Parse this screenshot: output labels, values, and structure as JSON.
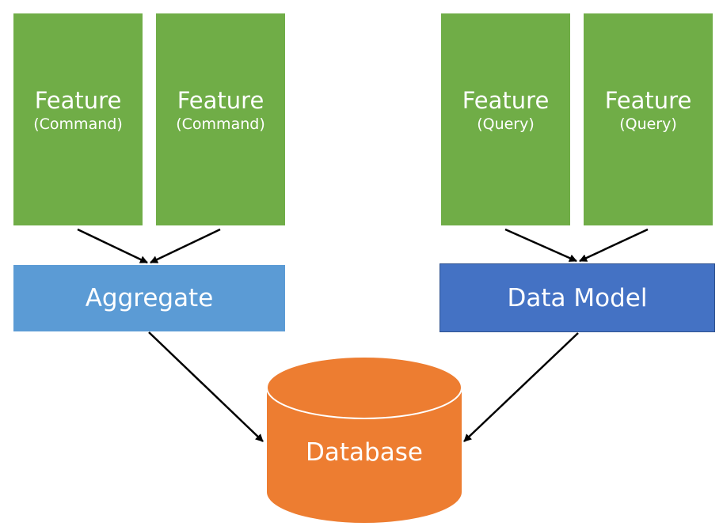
{
  "nodes": {
    "feature_command_1": {
      "title": "Feature",
      "subtitle": "(Command)"
    },
    "feature_command_2": {
      "title": "Feature",
      "subtitle": "(Command)"
    },
    "feature_query_1": {
      "title": "Feature",
      "subtitle": "(Query)"
    },
    "feature_query_2": {
      "title": "Feature",
      "subtitle": "(Query)"
    },
    "aggregate": {
      "label": "Aggregate"
    },
    "data_model": {
      "label": "Data Model"
    },
    "database": {
      "label": "Database"
    }
  },
  "edges": [
    {
      "from": "feature_command_1",
      "to": "aggregate"
    },
    {
      "from": "feature_command_2",
      "to": "aggregate"
    },
    {
      "from": "feature_query_1",
      "to": "data_model"
    },
    {
      "from": "feature_query_2",
      "to": "data_model"
    },
    {
      "from": "aggregate",
      "to": "database"
    },
    {
      "from": "data_model",
      "to": "database"
    }
  ],
  "colors": {
    "feature": "#70ad47",
    "aggregate": "#5b9bd5",
    "data_model": "#4472c4",
    "database": "#ed7d31",
    "arrow": "#000000"
  }
}
